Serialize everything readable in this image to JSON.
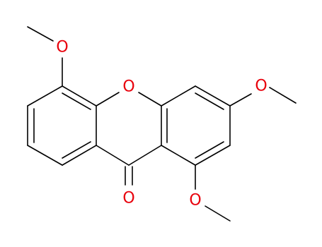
{
  "molecule": {
    "atoms": {
      "ring_oxygen": "O",
      "carbonyl_oxygen": "O",
      "methoxy_top_oxygen": "O",
      "methoxy_right_oxygen": "O",
      "methoxy_bottom_oxygen": "O"
    },
    "colors": {
      "bond": "#000000",
      "heteroatom": "#e8000b",
      "background": "#ffffff"
    }
  }
}
